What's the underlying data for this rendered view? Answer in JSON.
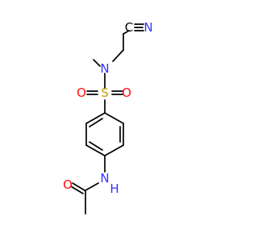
{
  "colors": {
    "bond": "#000000",
    "carbon": "#000000",
    "nitrogen": "#3333ff",
    "oxygen": "#ff0d0d",
    "sulfur": "#c8a000"
  },
  "atoms": {
    "n_nitrile": "N",
    "c_nitrile": "C",
    "n_sulfonamide": "N",
    "s_sulfonyl": "S",
    "o_sulfonyl_left": "O",
    "o_sulfonyl_right": "O",
    "n_amide": "N",
    "h_amide": "H",
    "o_carbonyl": "O"
  }
}
